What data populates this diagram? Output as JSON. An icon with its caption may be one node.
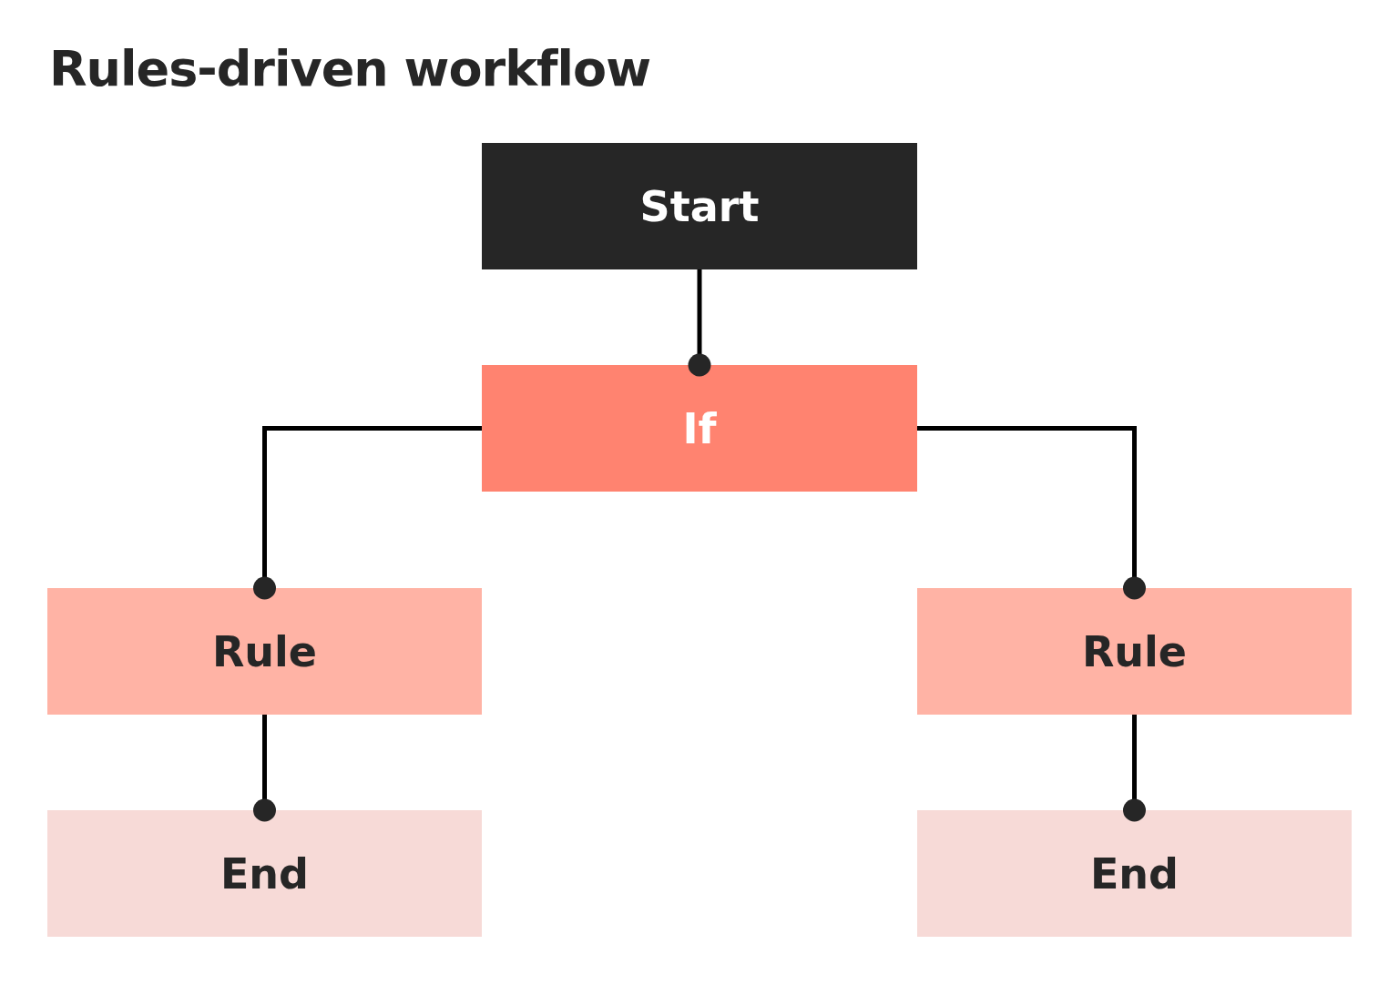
{
  "diagram": {
    "title": "Rules-driven workflow",
    "nodes": [
      {
        "text": [
          "Start"
        ]
      },
      {
        "text": [
          "If"
        ]
      },
      {
        "text": [
          "Rule"
        ]
      },
      {
        "text": [
          "Rule"
        ]
      },
      {
        "text": [
          "End"
        ]
      },
      {
        "text": [
          "End"
        ]
      }
    ],
    "edges": [
      {
        "from": 0,
        "to": 1,
        "arrow": "other"
      },
      {
        "from": 1,
        "to": 2,
        "arrow": "other"
      },
      {
        "from": 1,
        "to": 3,
        "arrow": "other"
      },
      {
        "from": 2,
        "to": 4,
        "arrow": "other"
      },
      {
        "from": 3,
        "to": 5,
        "arrow": "other"
      }
    ]
  }
}
